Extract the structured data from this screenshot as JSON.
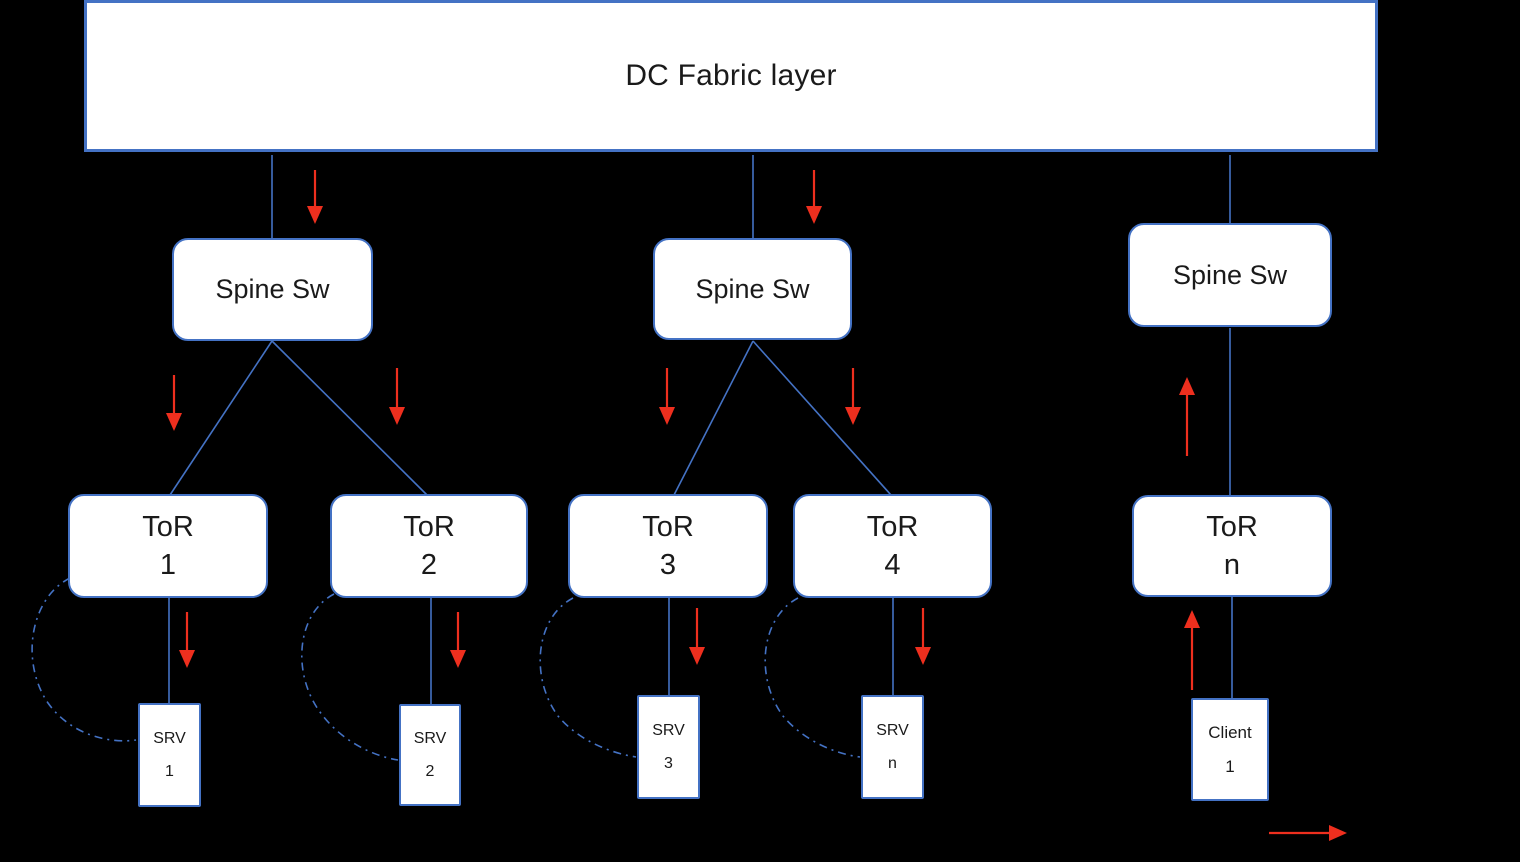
{
  "diagram": {
    "title_node": {
      "label": "DC Fabric layer"
    },
    "spines": [
      {
        "id": "spine-1",
        "label": "Spine Sw"
      },
      {
        "id": "spine-2",
        "label": "Spine Sw"
      },
      {
        "id": "spine-3",
        "label": "Spine Sw"
      }
    ],
    "tors": [
      {
        "id": "tor-1",
        "line1": "ToR",
        "line2": "1"
      },
      {
        "id": "tor-2",
        "line1": "ToR",
        "line2": "2"
      },
      {
        "id": "tor-3",
        "line1": "ToR",
        "line2": "3"
      },
      {
        "id": "tor-4",
        "line1": "ToR",
        "line2": "4"
      },
      {
        "id": "tor-n",
        "line1": "ToR",
        "line2": "n"
      }
    ],
    "servers": [
      {
        "id": "srv-1",
        "line1": "SRV",
        "line2": "1"
      },
      {
        "id": "srv-2",
        "line1": "SRV",
        "line2": "2"
      },
      {
        "id": "srv-3",
        "line1": "SRV",
        "line2": "3"
      },
      {
        "id": "srv-n",
        "line1": "SRV",
        "line2": "n"
      }
    ],
    "client": {
      "id": "client-1",
      "line1": "Client",
      "line2": "1"
    },
    "colors": {
      "background": "#000000",
      "node_fill": "#ffffff",
      "node_border": "#4472c4",
      "connector_blue": "#4472c4",
      "arrow_red": "#ee2f1e",
      "text": "#1a1a1a"
    }
  }
}
